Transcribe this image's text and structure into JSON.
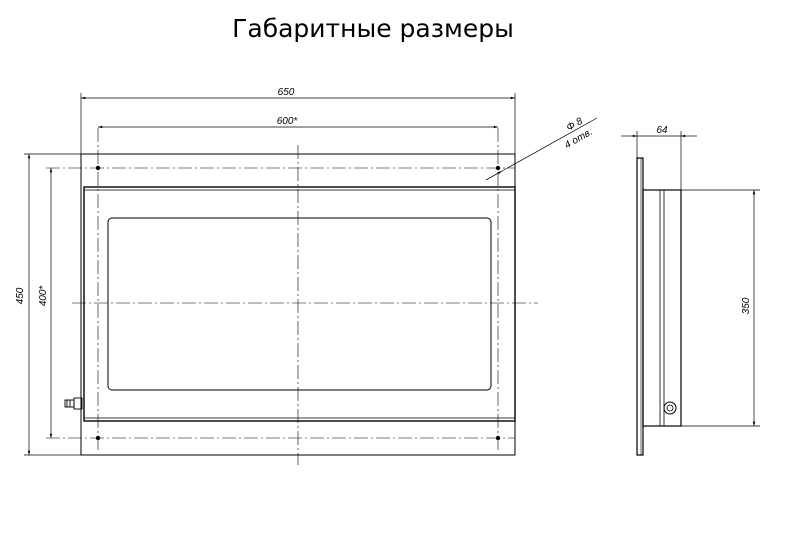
{
  "title": "Габаритные размеры",
  "dimensions": {
    "overall_width": "650",
    "mounting_width": "600*",
    "overall_height": "450",
    "mounting_height": "400*",
    "hole_diameter": "Φ 8",
    "hole_count": "4 отв.",
    "depth": "64",
    "body_height": "350"
  }
}
